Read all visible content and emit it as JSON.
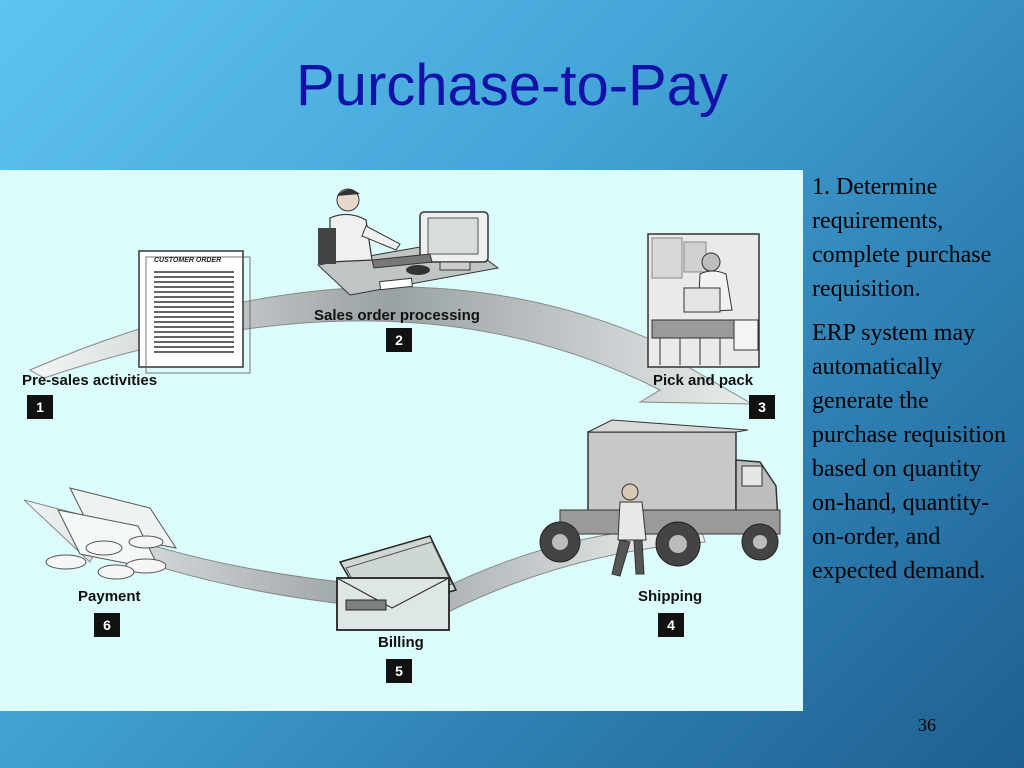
{
  "slide": {
    "title": "Purchase-to-Pay",
    "page_number": "36"
  },
  "cycle": {
    "steps": [
      {
        "number": "1",
        "label": "Pre-sales activities"
      },
      {
        "number": "2",
        "label": "Sales order processing"
      },
      {
        "number": "3",
        "label": "Pick and pack"
      },
      {
        "number": "4",
        "label": "Shipping"
      },
      {
        "number": "5",
        "label": "Billing"
      },
      {
        "number": "6",
        "label": "Payment"
      }
    ],
    "document_caption": "CUSTOMER ORDER"
  },
  "notes": {
    "point1": "1. Determine requirements, complete purchase requisition.",
    "point2": "ERP system may automatically generate the purchase requisition based on quantity on-hand, quantity-on-order, and expected demand."
  },
  "colors": {
    "title": "#1212a8",
    "panel": "#dcfcfc",
    "badge": "#111111"
  }
}
